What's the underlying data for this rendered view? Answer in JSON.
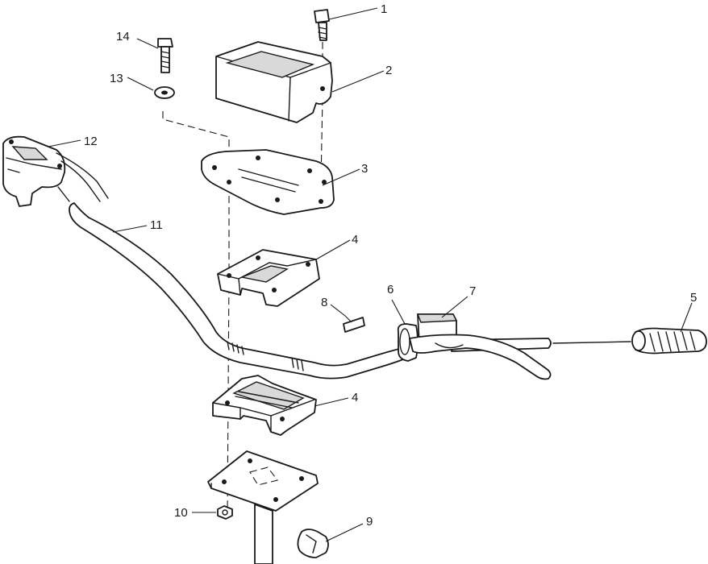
{
  "callouts": [
    {
      "id": "c1",
      "label": "1"
    },
    {
      "id": "c2",
      "label": "2"
    },
    {
      "id": "c3",
      "label": "3"
    },
    {
      "id": "c4a",
      "label": "4"
    },
    {
      "id": "c4b",
      "label": "4"
    },
    {
      "id": "c5",
      "label": "5"
    },
    {
      "id": "c6",
      "label": "6"
    },
    {
      "id": "c7",
      "label": "7"
    },
    {
      "id": "c8",
      "label": "8"
    },
    {
      "id": "c9",
      "label": "9"
    },
    {
      "id": "c10",
      "label": "10"
    },
    {
      "id": "c11",
      "label": "11"
    },
    {
      "id": "c12",
      "label": "12"
    },
    {
      "id": "c13",
      "label": "13"
    },
    {
      "id": "c14",
      "label": "14"
    }
  ]
}
